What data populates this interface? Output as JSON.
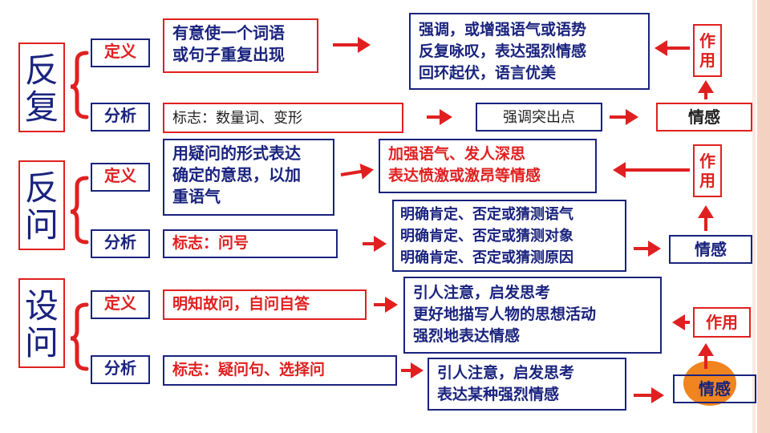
{
  "colors": {
    "accent": "#e02020",
    "navy": "#1a237e",
    "stripe": "#f3d2c1",
    "stripe_light": "#fbe9e2",
    "blob": "#f0841e"
  },
  "sections": [
    {
      "title": "反\n复",
      "definition_label": "定义",
      "definition_text": "有意使一个词语\n或句子重复出现",
      "definition_effects": "强调，或增强语气或语势\n反复咏叹，表达强烈情感\n回环起伏，语言优美",
      "analysis_label": "分析",
      "analysis_text": "标志：数量词、变形",
      "analysis_result": "强调突出点",
      "emotion_label": "情感",
      "function_label": "作\n用"
    },
    {
      "title": "反\n问",
      "definition_label": "定义",
      "definition_text": "用疑问的形式表达\n确定的意思，以加\n重语气",
      "definition_effects": "加强语气、发人深思\n表达愤激或激昂等情感",
      "analysis_label": "分析",
      "analysis_text": "标志：问号",
      "analysis_result": "明确肯定、否定或猜测语气\n明确肯定、否定或猜测对象\n明确肯定、否定或猜测原因",
      "emotion_label": "情感",
      "function_label": "作\n用"
    },
    {
      "title": "设\n问",
      "definition_label": "定义",
      "definition_text": "明知故问，自问自答",
      "definition_effects": "引人注意，启发思考\n更好地描写人物的思想活动\n强烈地表达情感",
      "analysis_label": "分析",
      "analysis_text": "标志：疑问句、选择问",
      "analysis_result": "引人注意，启发思考\n表达某种强烈情感",
      "emotion_label": "情感",
      "function_label": "作用"
    }
  ]
}
